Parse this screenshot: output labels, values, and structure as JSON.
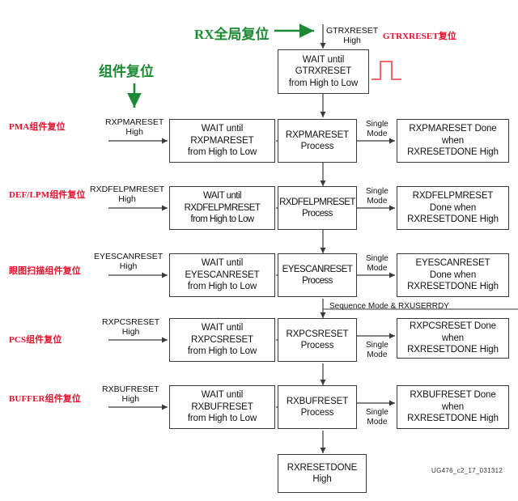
{
  "figure": {
    "footer_id": "UG476_c2_17_031312",
    "colors": {
      "green": "#1b8a32",
      "red": "#e8112d",
      "line": "#3a3a3a",
      "waveform_red": "#f06a6a"
    },
    "annotations": {
      "rx_global_reset": "RX全局复位",
      "component_reset": "组件复位",
      "gtrxreset_reset": "GTRXRESET复位"
    },
    "row_labels": [
      "PMA组件复位",
      "DEF/LPM组件复位",
      "眼图扫描组件复位",
      "PCS组件复位",
      "BUFFER组件复位"
    ],
    "top": {
      "signal_name": "GTRXRESET",
      "signal_state": "High",
      "wait_box": [
        "WAIT until",
        "GTRXRESET",
        "from High to Low"
      ],
      "waveform_icon": "pulse-waveform-icon"
    },
    "rows": [
      {
        "signal_name": "RXPMARESET",
        "signal_state": "High",
        "wait_box": [
          "WAIT until",
          "RXPMARESET",
          "from High to Low"
        ],
        "process_box": [
          "RXPMARESET",
          "Process"
        ],
        "mode_label": [
          "Single",
          "Mode"
        ],
        "done_box": [
          "RXPMARESET Done",
          "when",
          "RXRESETDONE High"
        ]
      },
      {
        "signal_name": "RXDFELPMRESET",
        "signal_state": "High",
        "wait_box": [
          "WAIT until",
          "RXDFELPMRESET",
          "from High to Low"
        ],
        "process_box": [
          "RXDFELPMRESET",
          "Process"
        ],
        "mode_label": [
          "Single",
          "Mode"
        ],
        "done_box": [
          "RXDFELPMRESET",
          "Done when",
          "RXRESETDONE High"
        ]
      },
      {
        "signal_name": "EYESCANRESET",
        "signal_state": "High",
        "wait_box": [
          "WAIT until",
          "EYESCANRESET",
          "from High to Low"
        ],
        "process_box": [
          "EYESCANRESET",
          "Process"
        ],
        "mode_label": [
          "Single",
          "Mode"
        ],
        "done_box": [
          "EYESCANRESET",
          "Done when",
          "RXRESETDONE High"
        ]
      },
      {
        "signal_name": "RXPCSRESET",
        "signal_state": "High",
        "wait_box": [
          "WAIT until",
          "RXPCSRESET",
          "from High to Low"
        ],
        "process_box": [
          "RXPCSRESET",
          "Process"
        ],
        "mode_label": [
          "Single",
          "Mode"
        ],
        "done_box": [
          "RXPCSRESET Done",
          "when",
          "RXRESETDONE High"
        ]
      },
      {
        "signal_name": "RXBUFRESET",
        "signal_state": "High",
        "wait_box": [
          "WAIT until",
          "RXBUFRESET",
          "from High to Low"
        ],
        "process_box": [
          "RXBUFRESET",
          "Process"
        ],
        "mode_label": [
          "Single",
          "Mode"
        ],
        "done_box": [
          "RXBUFRESET Done",
          "when",
          "RXRESETDONE High"
        ]
      }
    ],
    "sequence_label": "Sequence Mode & RXUSERRDY",
    "final_box": [
      "RXRESETDONE",
      "High"
    ]
  }
}
